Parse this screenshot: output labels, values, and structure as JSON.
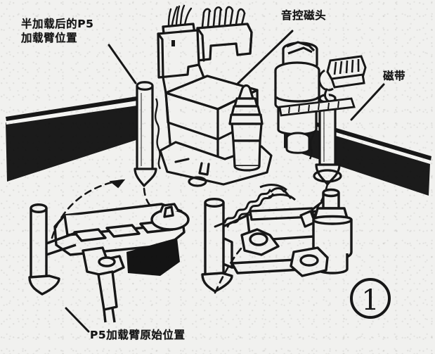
{
  "figure": {
    "number": "1",
    "caption_marker": "circled-figure-number",
    "subject": "P5 loading arm / tape transport mechanism exploded view"
  },
  "labels": {
    "half_loaded_arm": {
      "line1": "半加载后的P5",
      "line2": "加载臂位置",
      "full": "半加载后的P5加载臂位置",
      "leader": "diagonal-line-down-right"
    },
    "audio_control_head": {
      "text": "音控磁头",
      "leader": "diagonal-line-down-left"
    },
    "magnetic_tape": {
      "text": "磁带",
      "leader": "diagonal-line-down-left"
    },
    "origin_position": {
      "text": "P5加载臂原始位置",
      "leader": "diagonal-line-up-left"
    }
  },
  "colors": {
    "paper": "#f1f1ef",
    "ink": "#171717",
    "tape_fill": "#1b1b1b",
    "shadow_fill": "#141414",
    "highlight": "#f4f4f2"
  },
  "parts": {
    "left_tape_band": "magnetic-tape-left-run",
    "right_tape_band": "magnetic-tape-right-run",
    "left_guide_post": "tape-guide-post-left",
    "right_guide_post": "tape-guide-post-right",
    "center_head_block": "audio-control-head-assembly",
    "head_wires": "head-lead-wires",
    "erase_head": "erase-head-block",
    "capstan": "capstan-shaft",
    "left_loading_arm": "p5-loading-arm-left",
    "right_loading_arm": "p5-loading-arm-right",
    "coil_spring": "return-coil-spring",
    "link_rod": "link-rod",
    "pinch_roller_motor": "pinch-roller-cylinder",
    "motion_arc_left": "dashed-motion-arc-left",
    "motion_arc_right": "dashed-motion-arc-right"
  }
}
